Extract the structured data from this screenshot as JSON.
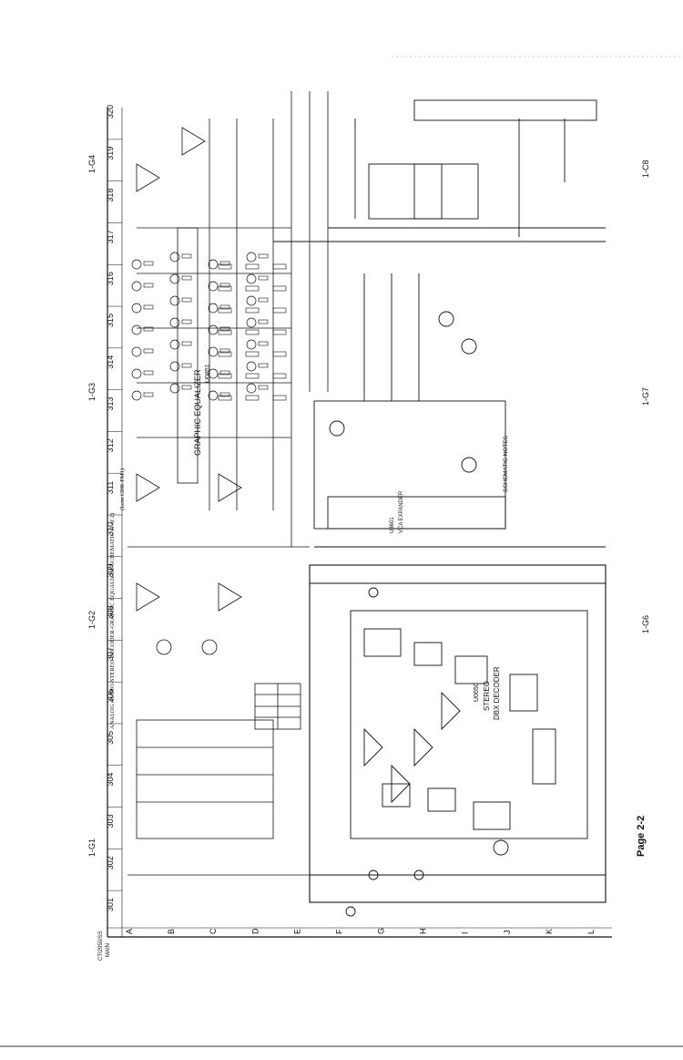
{
  "sheet": {
    "page_label": "Page 2-2",
    "title": "ANALOG AUDIO-STEREO DECODER-GRAPHIC EQUALIZER SCHEMATIC (1 of 2)",
    "subtitle": "(Less CDR-FM1)",
    "doc_code": "CTI2950/SS",
    "doc_code_2": "MAIN",
    "zone_labels_top": [
      "1-G1",
      "1-G2",
      "1-G3",
      "1-G4"
    ],
    "zone_labels_bottom": [
      "1-G6",
      "1-G7",
      "1-C8"
    ],
    "column_numbers": [
      "301",
      "302",
      "303",
      "304",
      "305",
      "306",
      "307",
      "308",
      "309",
      "310",
      "311",
      "312",
      "313",
      "314",
      "315",
      "316",
      "317",
      "318",
      "319",
      "320"
    ],
    "row_letters": [
      "A",
      "B",
      "C",
      "D",
      "E",
      "F",
      "G",
      "H",
      "I",
      "J",
      "K",
      "L"
    ]
  },
  "blocks": {
    "graphic_equalizer": "GRAPHIC EQUALIZER",
    "graphic_equalizer_ref": "U0851",
    "stereo_decoder_ref": "U0650",
    "stereo_decoder": "STEREO",
    "dbx_decoder": "DBX DECODER",
    "expander_ref": "U3601",
    "expander": "VCA EXPANDER"
  },
  "notes": {
    "heading": "SCHEMATIC NOTES"
  }
}
